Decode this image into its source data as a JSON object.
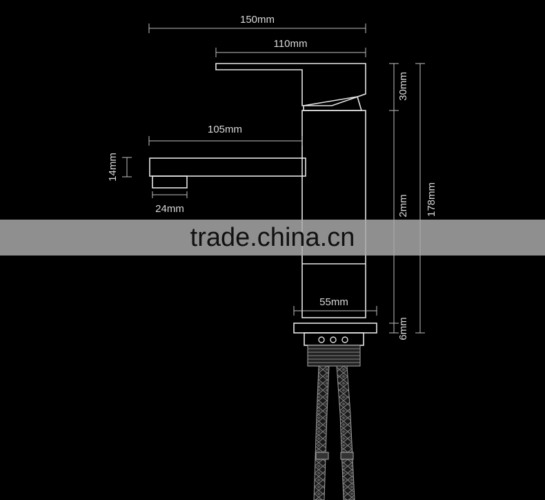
{
  "dimensions": {
    "overall_width": "150mm",
    "spout_top_length": "110mm",
    "spout_length": "105mm",
    "spout_height": "14mm",
    "aerator_width": "24mm",
    "base_diameter": "55mm",
    "handle_height": "30mm",
    "body_height": "2mm",
    "total_height": "178mm",
    "base_thickness": "6mm"
  },
  "watermark": "trade.china.cn"
}
